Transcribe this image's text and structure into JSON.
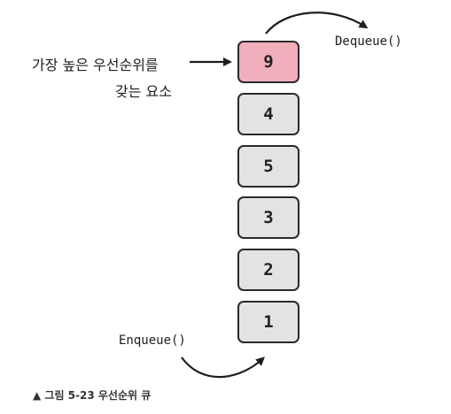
{
  "queue": {
    "items": [
      "9",
      "4",
      "5",
      "3",
      "2",
      "1"
    ],
    "highlight_color": "#f1aebb",
    "box_color": "#e3e3e3"
  },
  "labels": {
    "dequeue": "Dequeue()",
    "enqueue": "Enqueue()",
    "annotation_line1": "가장 높은 우선순위를",
    "annotation_line2": "갖는 요소"
  },
  "caption": "▲ 그림 5-23 우선순위 큐"
}
